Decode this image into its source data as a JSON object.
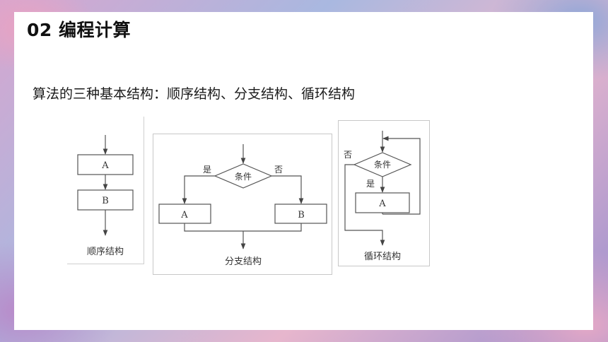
{
  "slide": {
    "title": "02 编程计算",
    "subtitle": "算法的三种基本结构：顺序结构、分支结构、循环结构"
  },
  "sequence": {
    "box_a": "A",
    "box_b": "B",
    "caption": "顺序结构"
  },
  "branch": {
    "condition": "条件",
    "yes": "是",
    "no": "否",
    "box_a": "A",
    "box_b": "B",
    "caption": "分支结构"
  },
  "loop": {
    "condition": "条件",
    "yes": "是",
    "no": "否",
    "box_a": "A",
    "caption": "循环结构"
  }
}
